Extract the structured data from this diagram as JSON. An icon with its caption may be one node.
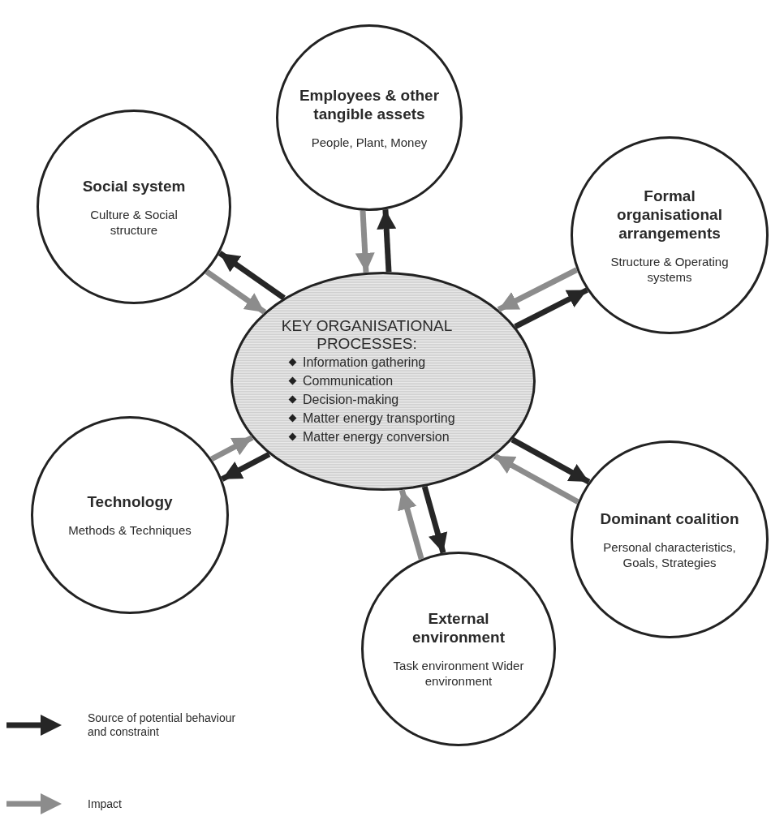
{
  "diagram": {
    "nodes": [
      {
        "text": [
          "Employees & other tangible assets",
          "People, Plant, Money"
        ]
      },
      {
        "text": [
          "Social system",
          "Culture & Social structure"
        ]
      },
      {
        "text": [
          "Formal organisational arrangements",
          "Structure & Operating systems"
        ]
      },
      {
        "text": [
          "KEY ORGANISATIONAL PROCESSES:",
          "Information gathering",
          "Communication",
          "Decision-making",
          "Matter energy transporting",
          "Matter energy conversion"
        ]
      },
      {
        "text": [
          "Technology",
          "Methods & Techniques"
        ]
      },
      {
        "text": [
          "Dominant coalition",
          "Personal characteristics, Goals, Strategies"
        ]
      },
      {
        "text": [
          "External environment",
          "Task environment Wider environment"
        ]
      }
    ],
    "edges": [
      {
        "from": 3,
        "to": 0,
        "arrow": "to",
        "color": "#262626"
      },
      {
        "from": 0,
        "to": 3,
        "arrow": "to",
        "color": "#8c8c8c"
      },
      {
        "from": 3,
        "to": 1,
        "arrow": "to",
        "color": "#262626"
      },
      {
        "from": 1,
        "to": 3,
        "arrow": "to",
        "color": "#8c8c8c"
      },
      {
        "from": 3,
        "to": 2,
        "arrow": "to",
        "color": "#262626"
      },
      {
        "from": 2,
        "to": 3,
        "arrow": "to",
        "color": "#8c8c8c"
      },
      {
        "from": 3,
        "to": 4,
        "arrow": "to",
        "color": "#262626"
      },
      {
        "from": 4,
        "to": 3,
        "arrow": "to",
        "color": "#8c8c8c"
      },
      {
        "from": 3,
        "to": 5,
        "arrow": "to",
        "color": "#262626"
      },
      {
        "from": 5,
        "to": 3,
        "arrow": "to",
        "color": "#8c8c8c"
      },
      {
        "from": 3,
        "to": 6,
        "arrow": "to",
        "color": "#262626"
      },
      {
        "from": 6,
        "to": 3,
        "arrow": "to",
        "color": "#8c8c8c"
      }
    ],
    "legend": [
      {
        "text": "Source of potential behaviour and constraint"
      },
      {
        "text": "Impact"
      }
    ]
  }
}
